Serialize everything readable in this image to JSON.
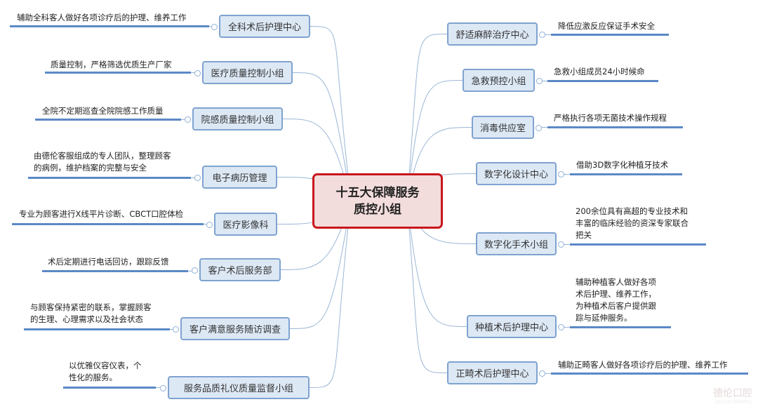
{
  "center": {
    "line1": "十五大保障服务",
    "line2": "质控小组"
  },
  "left_branches": [
    {
      "label": "全科术后护理中心",
      "note": [
        "辅助全科客人做好各项诊疗后的护理、维养工作"
      ]
    },
    {
      "label": "医疗质量控制小组",
      "note": [
        "质量控制，严格筛选优质生产厂家"
      ]
    },
    {
      "label": "院感质量控制小组",
      "note": [
        "全院不定期巡查全院院感工作质量"
      ]
    },
    {
      "label": "电子病历管理",
      "note": [
        "由德伦客服组成的专人团队，整理顾客",
        "的病例，维护档案的完整与安全"
      ]
    },
    {
      "label": "医疗影像科",
      "note": [
        "专业为顾客进行X线平片诊断、CBCT口腔体检"
      ]
    },
    {
      "label": "客户术后服务部",
      "note": [
        "术后定期进行电话回访，跟踪反馈"
      ]
    },
    {
      "label": "客户满意服务随访调查",
      "note": [
        "与顾客保持紧密的联系，掌握顾客",
        "的生理、心理需求以及社会状态"
      ]
    },
    {
      "label": "服务品质礼仪质量监督小组",
      "note": [
        "以优雅仪容仪表，个",
        "性化的服务。"
      ]
    }
  ],
  "right_branches": [
    {
      "label": "舒适麻醉治疗中心",
      "note": [
        "降低应激反应保证手术安全"
      ]
    },
    {
      "label": "急救预控小组",
      "note": [
        "急救小组成员24小时候命"
      ]
    },
    {
      "label": "消毒供应室",
      "note": [
        "严格执行各项无菌技术操作规程"
      ]
    },
    {
      "label": "数字化设计中心",
      "note": [
        "借助3D数字化种植牙技术"
      ]
    },
    {
      "label": "数字化手术小组",
      "note": [
        "200余位具有高超的专业技术和",
        "丰富的临床经验的资深专家联合",
        "把关"
      ]
    },
    {
      "label": "种植术后护理中心",
      "note": [
        "辅助种植客人做好各项",
        "术后护理、维养工作，",
        "为种植术后客户提供跟",
        "踪与延伸服务。"
      ]
    },
    {
      "label": "正畸术后护理中心",
      "note": [
        "辅助正畸客人做好各项诊疗后的护理、维养工作"
      ]
    }
  ],
  "watermark": {
    "text": "德伦口腔",
    "sub": "DELUN DENTAL"
  },
  "colors": {
    "node_fill": "#dde8f5",
    "node_border": "#7ea3cf",
    "center_border": "#c8161d",
    "underline": "#5b89c6"
  }
}
